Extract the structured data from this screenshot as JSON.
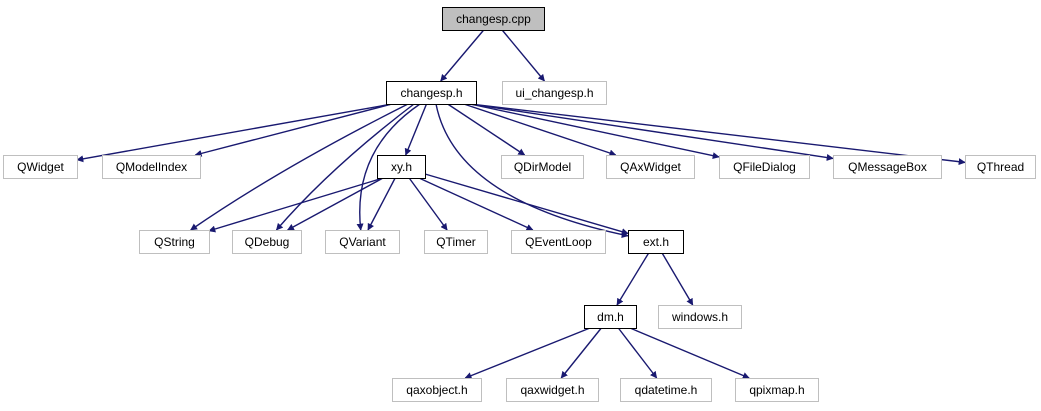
{
  "colors": {
    "edge": "#191970",
    "node_border_main": "#000000",
    "node_border_external": "#bfbfbf",
    "root_fill": "#bfbfbf",
    "node_fill": "#ffffff",
    "text": "#000000"
  },
  "nodes": [
    {
      "id": "changesp_cpp",
      "label": "changesp.cpp",
      "style": "root"
    },
    {
      "id": "changesp_h",
      "label": "changesp.h",
      "style": "main"
    },
    {
      "id": "ui_changesp_h",
      "label": "ui_changesp.h",
      "style": "external"
    },
    {
      "id": "QWidget",
      "label": "QWidget",
      "style": "external"
    },
    {
      "id": "QModelIndex",
      "label": "QModelIndex",
      "style": "external"
    },
    {
      "id": "xy_h",
      "label": "xy.h",
      "style": "main"
    },
    {
      "id": "QDirModel",
      "label": "QDirModel",
      "style": "external"
    },
    {
      "id": "QAxWidget",
      "label": "QAxWidget",
      "style": "external"
    },
    {
      "id": "QFileDialog",
      "label": "QFileDialog",
      "style": "external"
    },
    {
      "id": "QMessageBox",
      "label": "QMessageBox",
      "style": "external"
    },
    {
      "id": "QThread",
      "label": "QThread",
      "style": "external"
    },
    {
      "id": "QString",
      "label": "QString",
      "style": "external"
    },
    {
      "id": "QDebug",
      "label": "QDebug",
      "style": "external"
    },
    {
      "id": "QVariant",
      "label": "QVariant",
      "style": "external"
    },
    {
      "id": "QTimer",
      "label": "QTimer",
      "style": "external"
    },
    {
      "id": "QEventLoop",
      "label": "QEventLoop",
      "style": "external"
    },
    {
      "id": "ext_h",
      "label": "ext.h",
      "style": "main"
    },
    {
      "id": "dm_h",
      "label": "dm.h",
      "style": "main"
    },
    {
      "id": "windows_h",
      "label": "windows.h",
      "style": "external"
    },
    {
      "id": "qaxobject_h",
      "label": "qaxobject.h",
      "style": "external"
    },
    {
      "id": "qaxwidget_h",
      "label": "qaxwidget.h",
      "style": "external"
    },
    {
      "id": "qdatetime_h",
      "label": "qdatetime.h",
      "style": "external"
    },
    {
      "id": "qpixmap_h",
      "label": "qpixmap.h",
      "style": "external"
    }
  ],
  "edges": [
    {
      "from": "changesp_cpp",
      "to": "changesp_h"
    },
    {
      "from": "changesp_cpp",
      "to": "ui_changesp_h"
    },
    {
      "from": "changesp_h",
      "to": "QWidget"
    },
    {
      "from": "changesp_h",
      "to": "QModelIndex"
    },
    {
      "from": "changesp_h",
      "to": "QString"
    },
    {
      "from": "changesp_h",
      "to": "QDebug"
    },
    {
      "from": "changesp_h",
      "to": "QVariant"
    },
    {
      "from": "changesp_h",
      "to": "xy_h"
    },
    {
      "from": "changesp_h",
      "to": "ext_h"
    },
    {
      "from": "changesp_h",
      "to": "QDirModel"
    },
    {
      "from": "changesp_h",
      "to": "QAxWidget"
    },
    {
      "from": "changesp_h",
      "to": "QFileDialog"
    },
    {
      "from": "changesp_h",
      "to": "QMessageBox"
    },
    {
      "from": "changesp_h",
      "to": "QThread"
    },
    {
      "from": "xy_h",
      "to": "QString"
    },
    {
      "from": "xy_h",
      "to": "QDebug"
    },
    {
      "from": "xy_h",
      "to": "QVariant"
    },
    {
      "from": "xy_h",
      "to": "QTimer"
    },
    {
      "from": "xy_h",
      "to": "QEventLoop"
    },
    {
      "from": "xy_h",
      "to": "ext_h"
    },
    {
      "from": "ext_h",
      "to": "dm_h"
    },
    {
      "from": "ext_h",
      "to": "windows_h"
    },
    {
      "from": "dm_h",
      "to": "qaxobject_h"
    },
    {
      "from": "dm_h",
      "to": "qaxwidget_h"
    },
    {
      "from": "dm_h",
      "to": "qdatetime_h"
    },
    {
      "from": "dm_h",
      "to": "qpixmap_h"
    }
  ]
}
